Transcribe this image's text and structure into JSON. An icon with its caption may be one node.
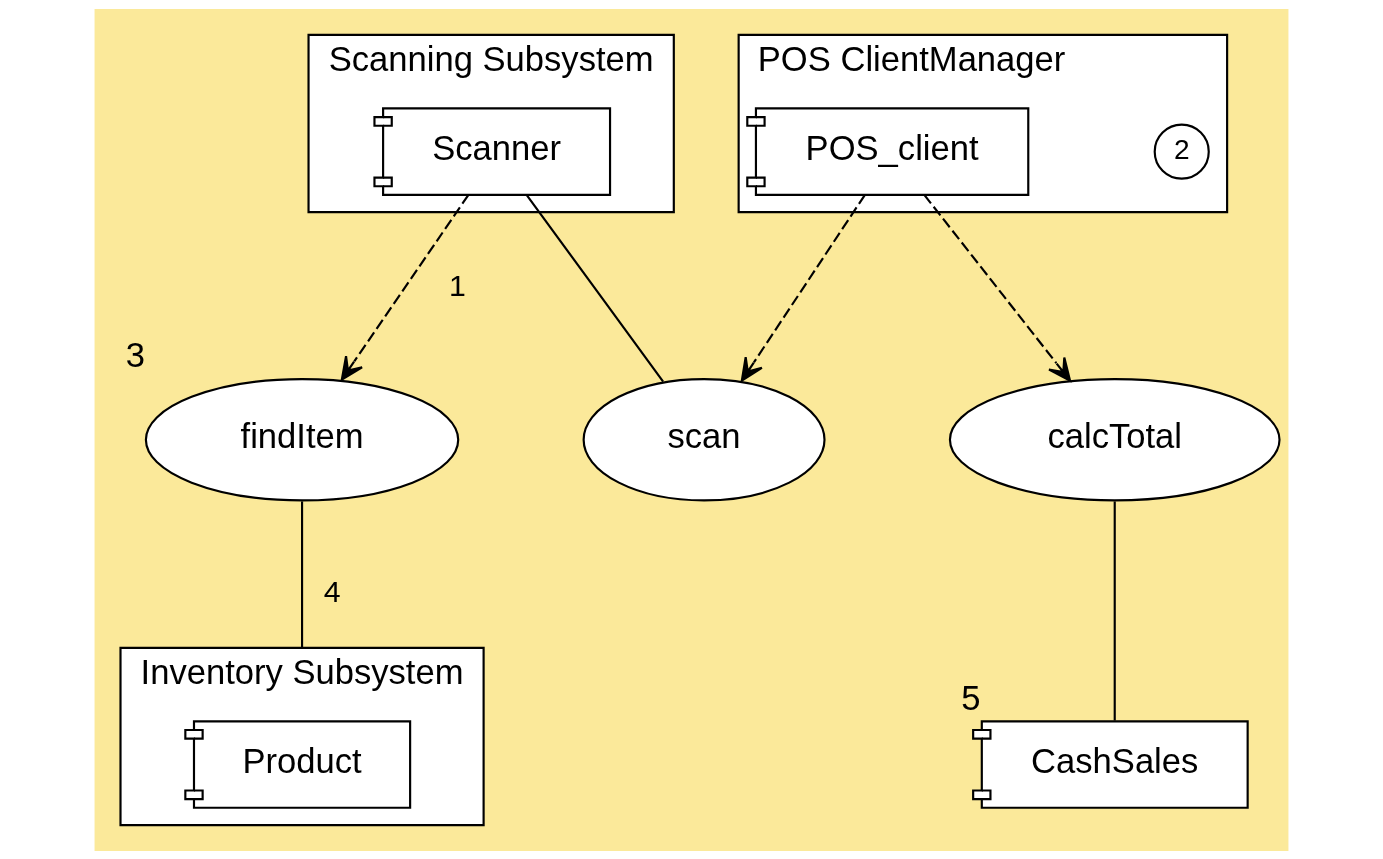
{
  "diagram": {
    "nodes": [
      {
        "text": [
          "Scanning Subsystem"
        ]
      },
      {
        "text": [
          "Scanner"
        ],
        "in": 0
      },
      {
        "text": [
          "POS ClientManager"
        ],
        "beside": [
          "2"
        ]
      },
      {
        "text": [
          "POS_client"
        ],
        "in": 2
      },
      {
        "text": [
          "scan"
        ]
      },
      {
        "text": [
          "findItem"
        ],
        "beside": [
          "3"
        ]
      },
      {
        "text": [
          "calcTotal"
        ]
      },
      {
        "text": [
          "Inventory Subsystem"
        ]
      },
      {
        "text": [
          "Product"
        ],
        "in": 7
      },
      {
        "text": [
          "CashSales"
        ],
        "beside": [
          "5"
        ]
      }
    ],
    "edges": [
      {
        "from": 1,
        "to": 4,
        "arrow": "none"
      },
      {
        "from": 3,
        "to": 4,
        "arrow": "to",
        "style": "dashed"
      },
      {
        "from": 1,
        "to": 5,
        "arrow": "to",
        "style": "dashed",
        "label": "1"
      },
      {
        "from": 5,
        "to": 7,
        "arrow": "none",
        "label": "4"
      },
      {
        "from": 3,
        "to": 6,
        "arrow": "to",
        "style": "dashed"
      },
      {
        "from": 6,
        "to": 9,
        "arrow": "none"
      }
    ]
  }
}
